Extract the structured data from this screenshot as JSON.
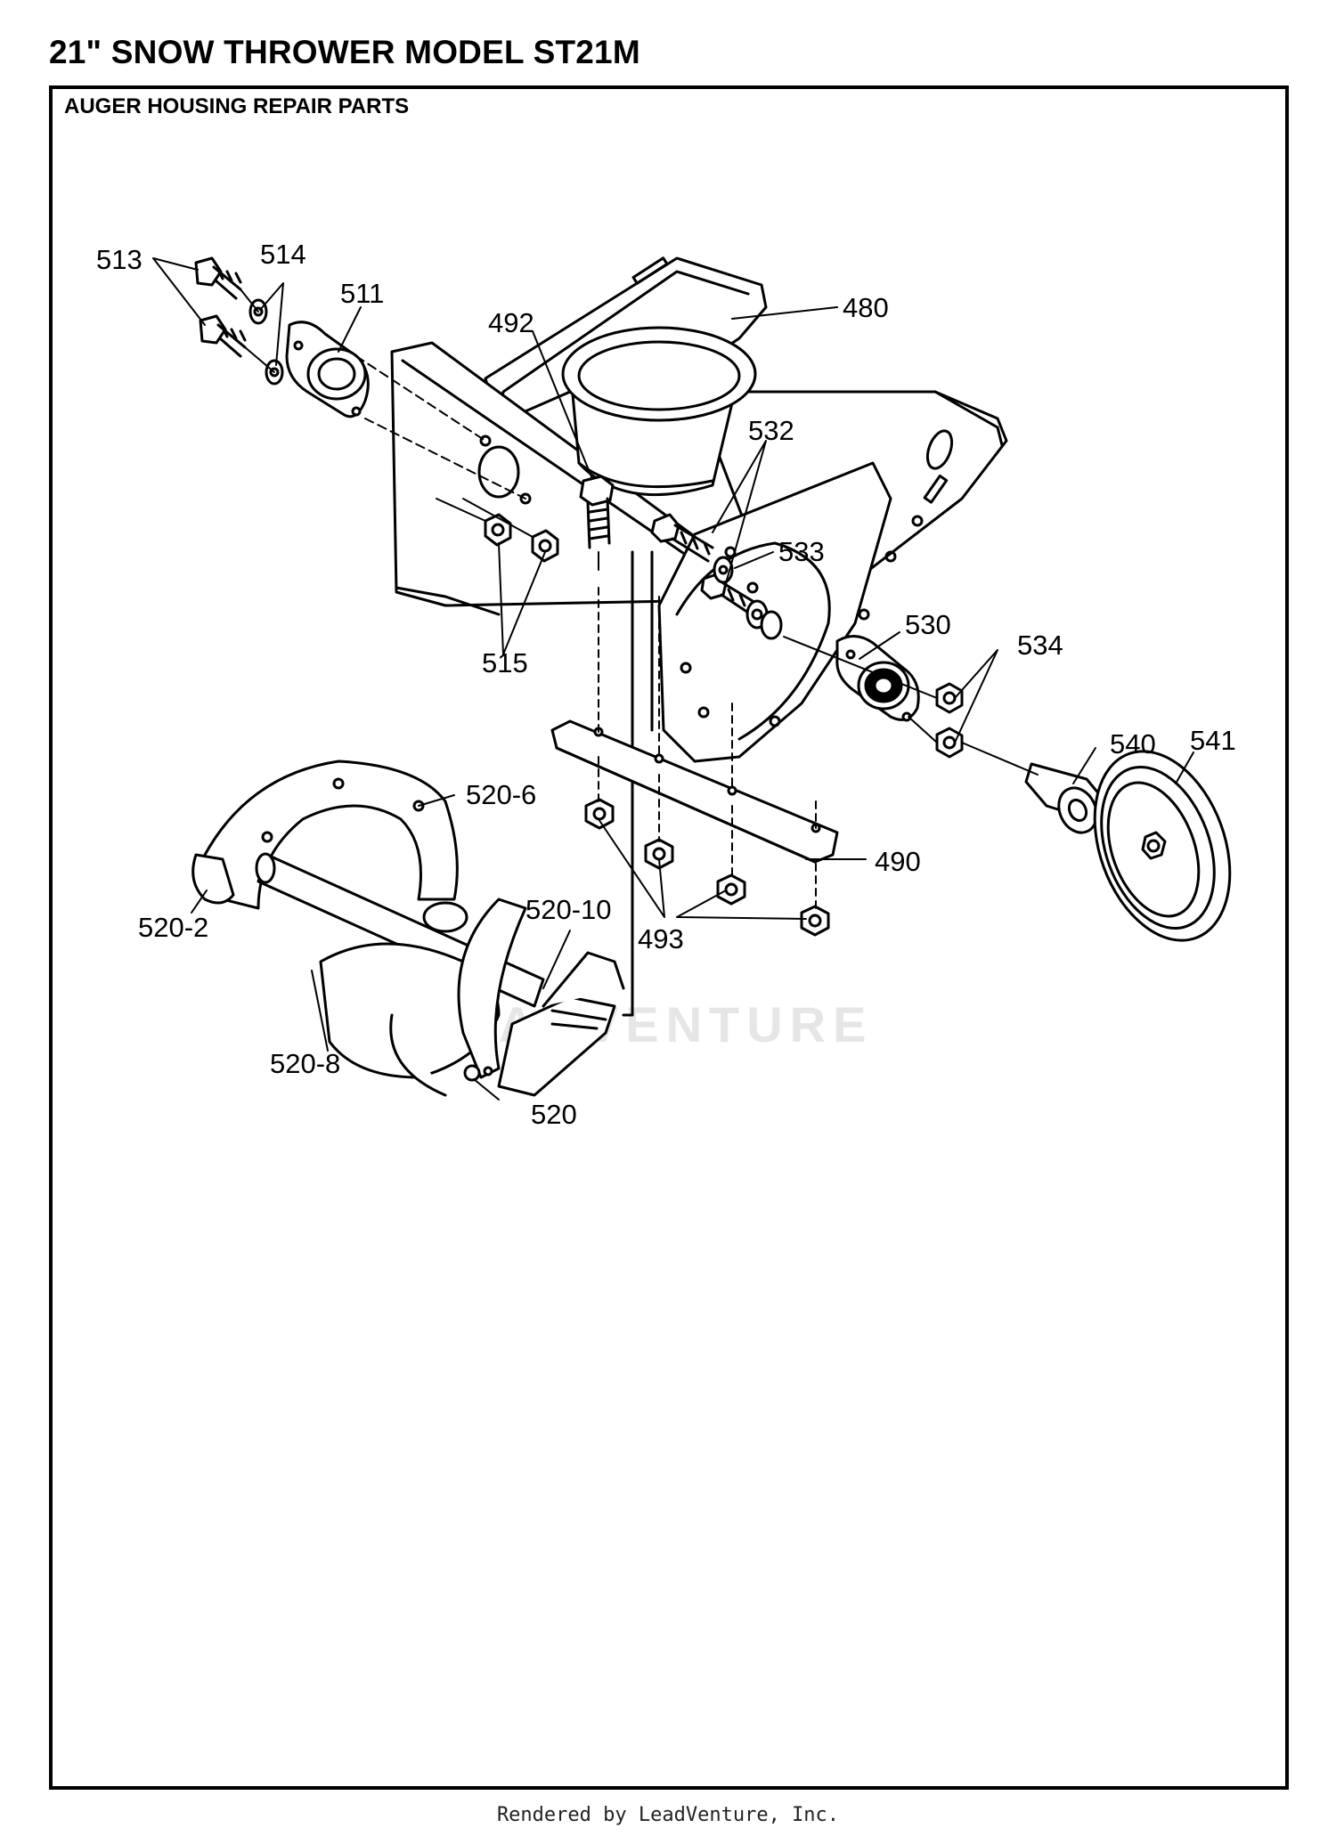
{
  "page_title": "21\" SNOW THROWER MODEL ST21M",
  "section_title": "AUGER HOUSING REPAIR PARTS",
  "footer": "Rendered by LeadVenture, Inc.",
  "watermark": "ADVENTURE",
  "callouts": {
    "c513": "513",
    "c514": "514",
    "c511": "511",
    "c492": "492",
    "c480": "480",
    "c532": "532",
    "c533": "533",
    "c530": "530",
    "c534": "534",
    "c515": "515",
    "c540": "540",
    "c541": "541",
    "c520_6": "520-6",
    "c490": "490",
    "c520_2": "520-2",
    "c520_10": "520-10",
    "c493": "493",
    "c520_8": "520-8",
    "c520": "520"
  }
}
